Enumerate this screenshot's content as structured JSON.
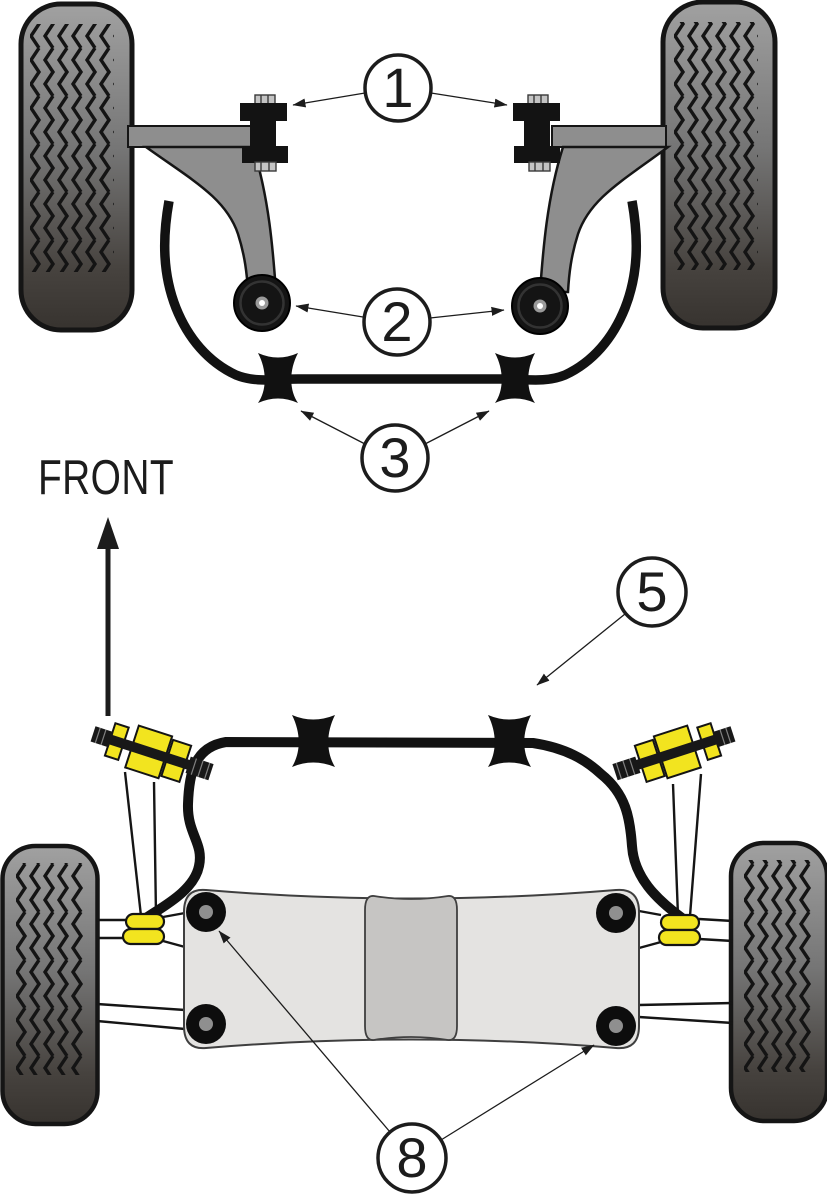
{
  "diagram": {
    "labels": {
      "front": "FRONT"
    },
    "callouts": [
      {
        "number": "1"
      },
      {
        "number": "2"
      },
      {
        "number": "3"
      },
      {
        "number": "5"
      },
      {
        "number": "8"
      }
    ],
    "colors": {
      "background": "#ffffff",
      "line_black": "#1c1c1c",
      "part_black": "#141414",
      "arm_gray": "#8e8e8e",
      "bushing_highlight_yellow": "#f2e41f",
      "subframe_gray": "#e4e3e1",
      "subframe_center_gray": "#c6c5c3",
      "mount_dot_gray": "#8f8f8f"
    }
  }
}
